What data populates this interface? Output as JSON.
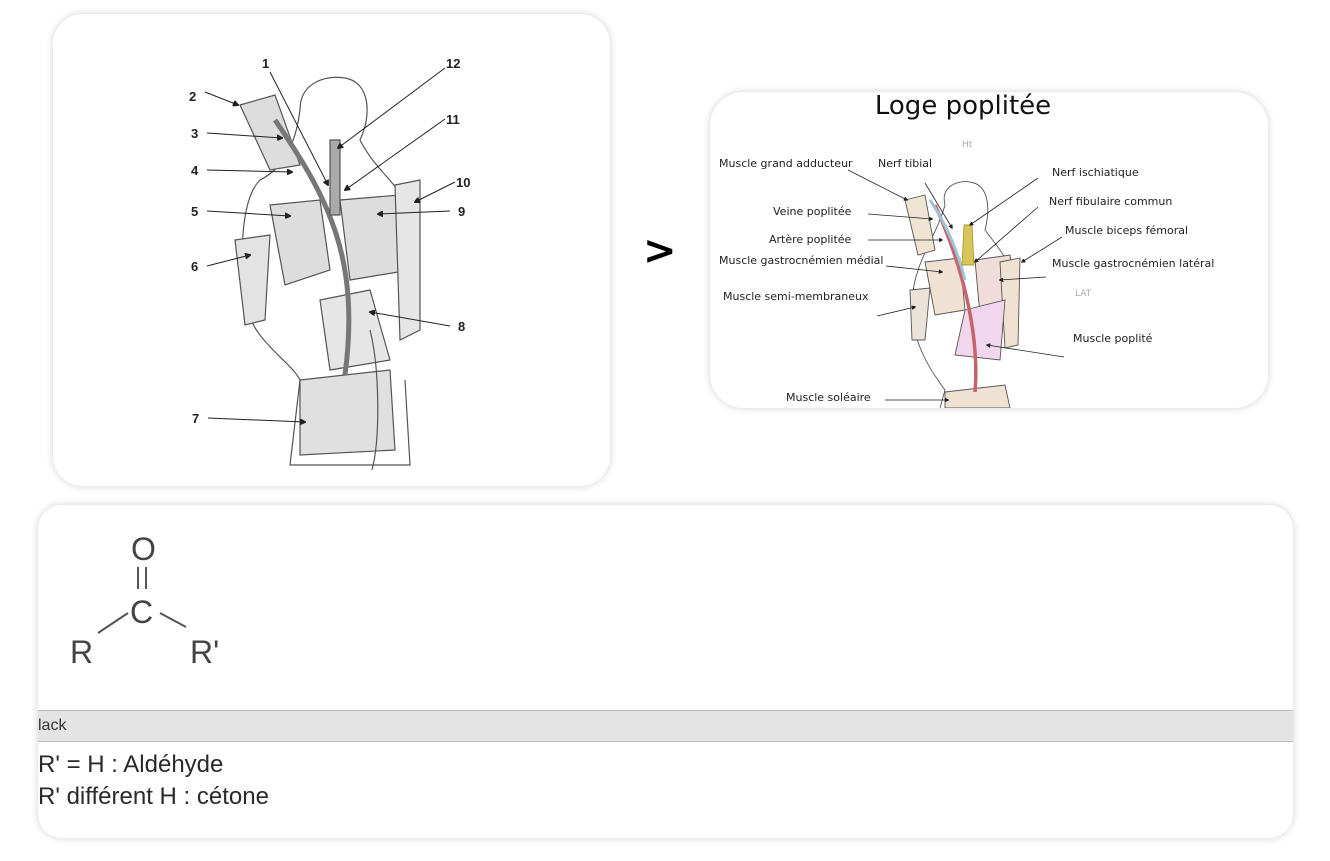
{
  "left_diagram": {
    "numbers": [
      "1",
      "2",
      "3",
      "4",
      "5",
      "6",
      "7",
      "8",
      "9",
      "10",
      "11",
      "12"
    ]
  },
  "separator": ">",
  "right_diagram": {
    "title": "Loge poplitée",
    "handwritten_top": "Ht",
    "handwritten_side": "LAT",
    "labels": {
      "grand_adducteur": "Muscle grand adducteur",
      "nerf_tibial": "Nerf tibial",
      "nerf_ischiatique": "Nerf ischiatique",
      "nerf_fibulaire": "Nerf fibulaire commun",
      "veine": "Veine poplitée",
      "artere": "Artère poplitée",
      "biceps": "Muscle biceps fémoral",
      "gastro_medial": "Muscle gastrocnémien médial",
      "gastro_lateral": "Muscle gastrocnémien latéral",
      "semi_membraneux": "Muscle semi-membraneux",
      "poplite": "Muscle poplité",
      "soleaire": "Muscle soléaire"
    }
  },
  "chemistry": {
    "atoms": {
      "o": "O",
      "c": "C",
      "r": "R",
      "r_prime": "R'"
    },
    "bar_text": "lack",
    "lines": [
      "R' = H : Aldéhyde",
      "R' différent H : cétone"
    ]
  }
}
